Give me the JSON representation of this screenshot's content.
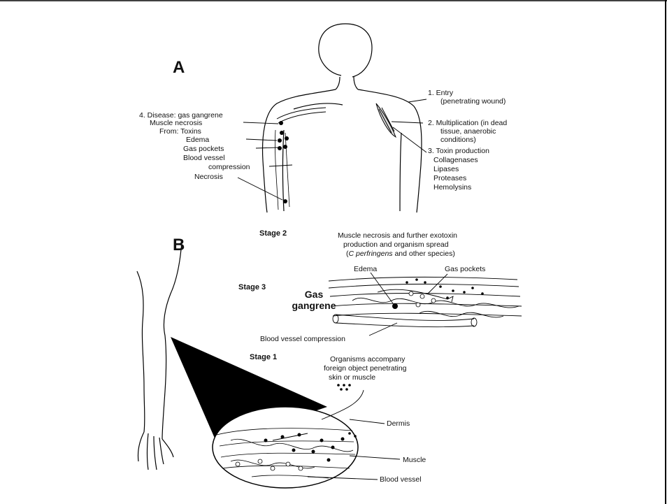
{
  "panel_a": {
    "letter": "A",
    "left": {
      "disease": "4. Disease: gas gangrene",
      "muscle_necrosis": "Muscle necrosis",
      "from_toxins": "From: Toxins",
      "edema": "Edema",
      "gas_pockets": "Gas pockets",
      "blood_vessel": "Blood vessel",
      "compression": "compression",
      "necrosis": "Necrosis"
    },
    "right": {
      "entry": "1. Entry",
      "penetrating_wound": "(penetrating wound)",
      "multiplication": "2. Multiplication (in dead",
      "tissue_anaerobic": "tissue, anaerobic",
      "conditions": "conditions)",
      "toxin_production": "3. Toxin production",
      "collagenases": "Collagenases",
      "lipases": "Lipases",
      "proteases": "Proteases",
      "hemolysins": "Hemolysins"
    }
  },
  "panel_b": {
    "letter": "B",
    "stage2": {
      "title": "Stage 2",
      "line1": "Muscle necrosis and further exotoxin",
      "line2": "production and organism spread",
      "line3_pre": "(",
      "line3_italic": "C perfringens",
      "line3_post": " and other species)"
    },
    "stage3": {
      "title": "Stage 3",
      "gas": "Gas",
      "gangrene": "gangrene",
      "edema": "Edema",
      "gas_pockets": "Gas pockets",
      "blood_vessel_compression": "Blood vessel compression"
    },
    "stage1": {
      "title": "Stage 1",
      "line1": "Organisms accompany",
      "line2": "foreign object penetrating",
      "line3": "skin or muscle",
      "dermis": "Dermis",
      "muscle": "Muscle",
      "blood_vessel": "Blood vessel"
    }
  }
}
